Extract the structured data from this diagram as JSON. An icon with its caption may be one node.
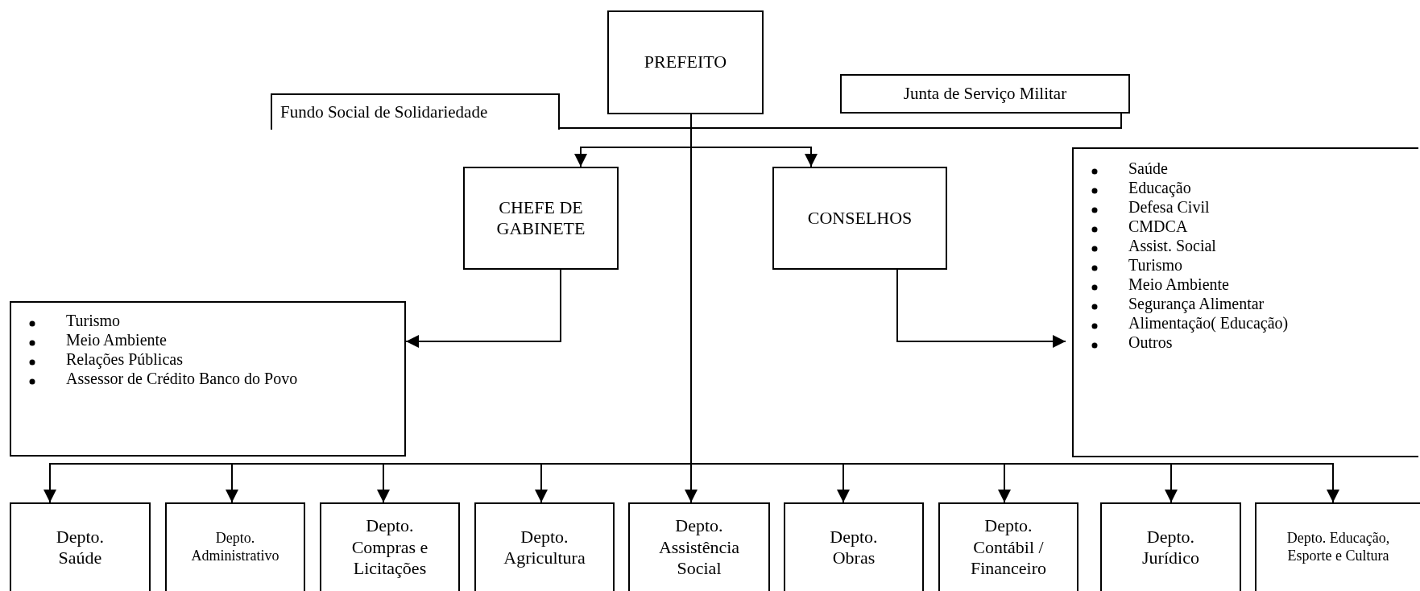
{
  "diagram": {
    "nodes": [
      {
        "text": [
          "PREFEITO"
        ]
      },
      {
        "text": [
          "Fundo Social de Solidariedade"
        ]
      },
      {
        "text": [
          "Junta de Serviço Militar"
        ]
      },
      {
        "text": [
          "CHEFE DE GABINETE"
        ]
      },
      {
        "text": [
          "CONSELHOS"
        ]
      },
      {
        "text": [
          "Turismo",
          "Meio Ambiente",
          "Relações Públicas",
          "Assessor de Crédito Banco do Povo"
        ]
      },
      {
        "text": [
          "Saúde",
          "Educação",
          "Defesa Civil",
          "CMDCA",
          "Assist. Social",
          "Turismo",
          "Meio Ambiente",
          "Segurança Alimentar",
          "Alimentação( Educação)",
          "Outros"
        ]
      },
      {
        "text": [
          "Depto. Saúde"
        ]
      },
      {
        "text": [
          "Depto. Administrativo"
        ]
      },
      {
        "text": [
          "Depto. Compras e Licitações"
        ]
      },
      {
        "text": [
          "Depto. Agricultura"
        ]
      },
      {
        "text": [
          "Depto. Assistência Social"
        ]
      },
      {
        "text": [
          "Depto. Obras"
        ]
      },
      {
        "text": [
          "Depto. Contábil / Financeiro"
        ]
      },
      {
        "text": [
          "Depto. Jurídico"
        ]
      },
      {
        "text": [
          "Depto. Educação, Esporte e Cultura"
        ]
      }
    ],
    "edges": [
      {
        "from": 0,
        "to": 1,
        "arrow": "none"
      },
      {
        "from": 0,
        "to": 2,
        "arrow": "none"
      },
      {
        "from": 0,
        "to": 3,
        "arrow": "to"
      },
      {
        "from": 0,
        "to": 4,
        "arrow": "to"
      },
      {
        "from": 3,
        "to": 5,
        "arrow": "to"
      },
      {
        "from": 4,
        "to": 6,
        "arrow": "to"
      },
      {
        "from": 0,
        "to": 7,
        "arrow": "to"
      },
      {
        "from": 0,
        "to": 8,
        "arrow": "to"
      },
      {
        "from": 0,
        "to": 9,
        "arrow": "to"
      },
      {
        "from": 0,
        "to": 10,
        "arrow": "to"
      },
      {
        "from": 0,
        "to": 11,
        "arrow": "to"
      },
      {
        "from": 0,
        "to": 12,
        "arrow": "to"
      },
      {
        "from": 0,
        "to": 13,
        "arrow": "to"
      },
      {
        "from": 0,
        "to": 14,
        "arrow": "to"
      },
      {
        "from": 0,
        "to": 15,
        "arrow": "to"
      }
    ]
  }
}
